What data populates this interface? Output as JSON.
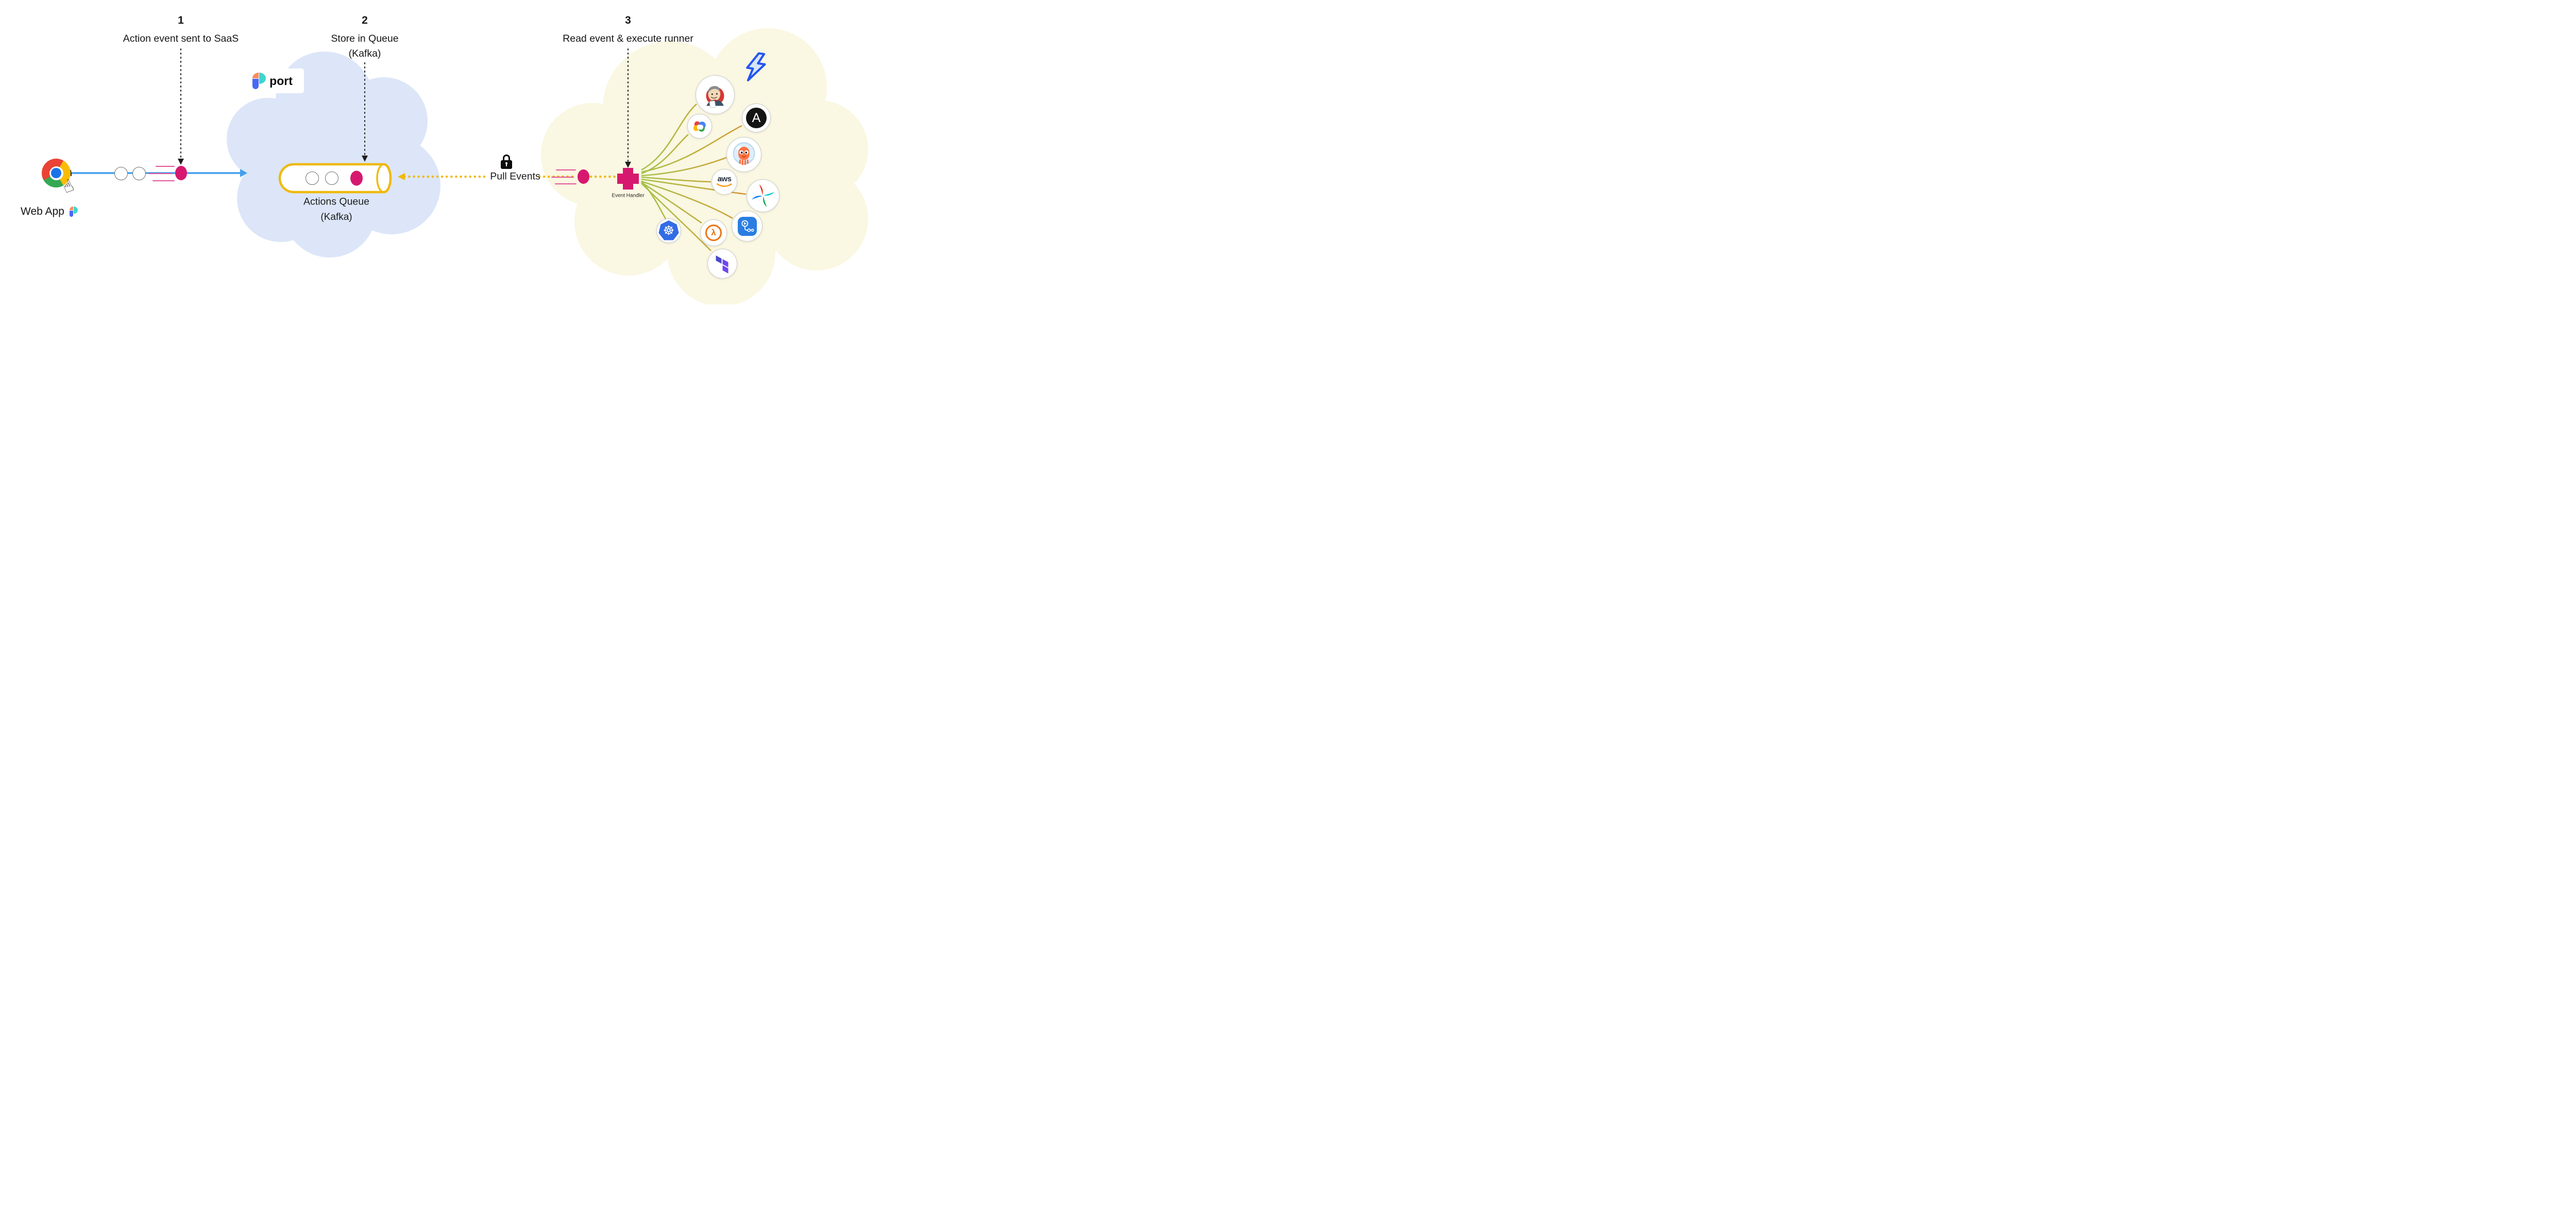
{
  "steps": [
    {
      "number": "1",
      "label": "Action event sent to SaaS",
      "sublabel": ""
    },
    {
      "number": "2",
      "label": "Store in Queue",
      "sublabel": "(Kafka)"
    },
    {
      "number": "3",
      "label": "Read event & execute runner",
      "sublabel": ""
    }
  ],
  "source": {
    "label": "Web App"
  },
  "port": {
    "wordmark": "port"
  },
  "queue": {
    "title": "Actions Queue",
    "subtitle": "(Kafka)"
  },
  "transfer": {
    "label": "Pull Events"
  },
  "handler": {
    "label": "Event Handler"
  },
  "icon_glyphs": {
    "ansible": "A",
    "aws": "aws",
    "lambda": "λ",
    "kubernetes": "☸"
  },
  "runners": [
    "jenkins",
    "ansible",
    "google-cloud",
    "argo",
    "aws",
    "airflow",
    "kubernetes",
    "aws-lambda",
    "github-actions",
    "terraform"
  ],
  "colors": {
    "event_pink": "#d6186f",
    "gold": "#f0b90c",
    "arrow_blue": "#42a0ed",
    "cloud_blue": "#dce6f8",
    "cloud_cream": "#faf7e2"
  }
}
